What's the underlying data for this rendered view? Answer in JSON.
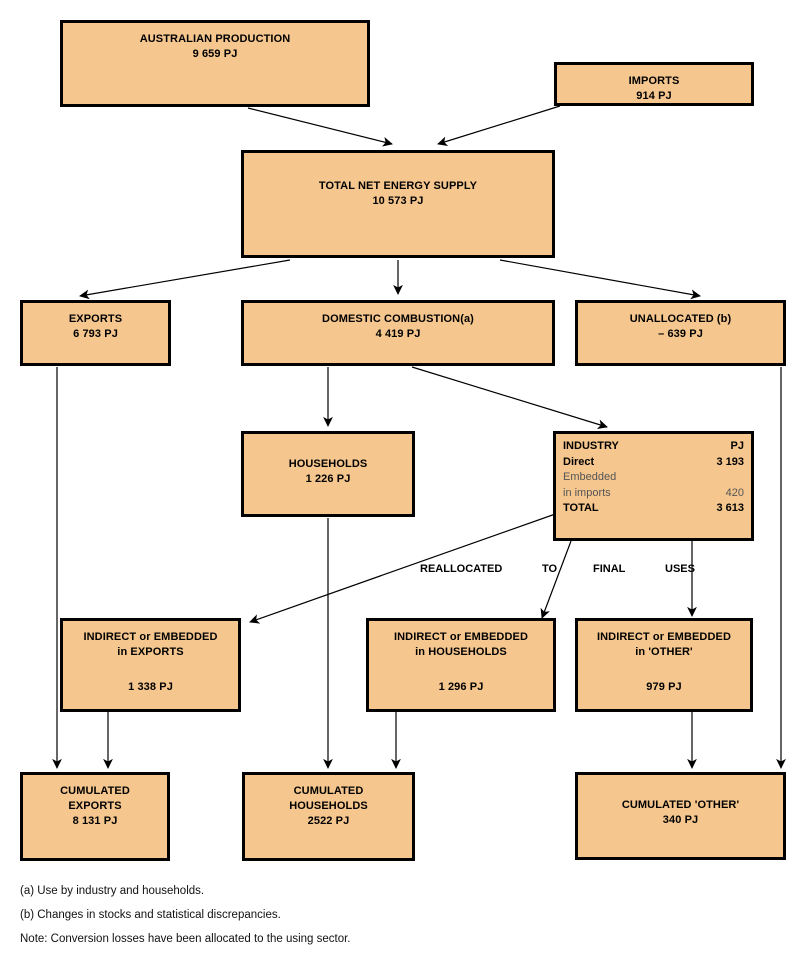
{
  "diagram": {
    "title_absent": true,
    "fill_color": "#F5C68E",
    "border_color": "#000000",
    "nodes": {
      "australian_production": {
        "label": "AUSTRALIAN PRODUCTION",
        "value": "9 659 PJ"
      },
      "imports": {
        "label": "IMPORTS",
        "value": "914 PJ"
      },
      "total_net_energy_supply": {
        "label": "TOTAL NET ENERGY SUPPLY",
        "value": "10 573 PJ"
      },
      "exports": {
        "label": "EXPORTS",
        "value": "6 793 PJ"
      },
      "domestic_combustion": {
        "label": "DOMESTIC COMBUSTION(a)",
        "value": "4 419 PJ"
      },
      "unallocated": {
        "label": "UNALLOCATED (b)",
        "value": "– 639 PJ"
      },
      "households": {
        "label": "HOUSEHOLDS",
        "value": "1 226 PJ"
      },
      "industry": {
        "title": "INDUSTRY",
        "unit": "PJ",
        "rows": [
          {
            "label": "Direct",
            "value": "3 193",
            "style": "bold"
          },
          {
            "label": "Embedded",
            "value": "",
            "style": "grey"
          },
          {
            "label": "in imports",
            "value": "420",
            "style": "grey"
          },
          {
            "label": "TOTAL",
            "value": "3 613",
            "style": "bold"
          }
        ]
      },
      "indirect_exports": {
        "line1": "INDIRECT or EMBEDDED",
        "line2": "in EXPORTS",
        "value": "1 338 PJ"
      },
      "indirect_households": {
        "line1": "INDIRECT or EMBEDDED",
        "line2": "in HOUSEHOLDS",
        "value": "1 296 PJ"
      },
      "indirect_other": {
        "line1": "INDIRECT or EMBEDDED",
        "line2": "in 'OTHER'",
        "value": "979 PJ"
      },
      "cumulated_exports": {
        "line1": "CUMULATED",
        "line2": "EXPORTS",
        "value": "8 131 PJ"
      },
      "cumulated_households": {
        "line1": "CUMULATED",
        "line2": "HOUSEHOLDS",
        "value": "2522 PJ"
      },
      "cumulated_other": {
        "line1": "CUMULATED 'OTHER'",
        "value": "340 PJ"
      }
    },
    "banner": {
      "word1": "REALLOCATED",
      "word2": "TO",
      "word3": "FINAL",
      "word4": "USES"
    },
    "footnotes": [
      "(a) Use by industry and households.",
      "(b) Changes in stocks and statistical discrepancies.",
      "Note: Conversion losses have been allocated to the using sector."
    ]
  },
  "chart_data": {
    "type": "diagram",
    "title": "Australian energy flows (PJ)",
    "units": "PJ",
    "flows": [
      {
        "from": "AUSTRALIAN PRODUCTION",
        "to": "TOTAL NET ENERGY SUPPLY",
        "value": 9659
      },
      {
        "from": "IMPORTS",
        "to": "TOTAL NET ENERGY SUPPLY",
        "value": 914
      },
      {
        "from": "TOTAL NET ENERGY SUPPLY",
        "to": "EXPORTS",
        "value": 6793
      },
      {
        "from": "TOTAL NET ENERGY SUPPLY",
        "to": "DOMESTIC COMBUSTION(a)",
        "value": 4419
      },
      {
        "from": "TOTAL NET ENERGY SUPPLY",
        "to": "UNALLOCATED (b)",
        "value": -639
      },
      {
        "from": "DOMESTIC COMBUSTION(a)",
        "to": "HOUSEHOLDS",
        "value": 1226
      },
      {
        "from": "DOMESTIC COMBUSTION(a)",
        "to": "INDUSTRY",
        "value": 3193
      },
      {
        "from": "INDUSTRY",
        "to": "INDIRECT or EMBEDDED in EXPORTS",
        "value": 1338
      },
      {
        "from": "INDUSTRY",
        "to": "INDIRECT or EMBEDDED in HOUSEHOLDS",
        "value": 1296
      },
      {
        "from": "INDUSTRY",
        "to": "INDIRECT or EMBEDDED in 'OTHER'",
        "value": 979
      },
      {
        "from": "EXPORTS",
        "to": "CUMULATED EXPORTS",
        "value": 6793
      },
      {
        "from": "INDIRECT or EMBEDDED in EXPORTS",
        "to": "CUMULATED EXPORTS",
        "value": 1338
      },
      {
        "from": "HOUSEHOLDS",
        "to": "CUMULATED HOUSEHOLDS",
        "value": 1226
      },
      {
        "from": "INDIRECT or EMBEDDED in HOUSEHOLDS",
        "to": "CUMULATED HOUSEHOLDS",
        "value": 1296
      },
      {
        "from": "UNALLOCATED (b)",
        "to": "CUMULATED 'OTHER'",
        "value": -639
      },
      {
        "from": "INDIRECT or EMBEDDED in 'OTHER'",
        "to": "CUMULATED 'OTHER'",
        "value": 979
      }
    ],
    "totals": {
      "industry_direct": 3193,
      "industry_embedded_in_imports": 420,
      "industry_total": 3613,
      "cumulated_exports": 8131,
      "cumulated_households": 2522,
      "cumulated_other": 340
    }
  }
}
